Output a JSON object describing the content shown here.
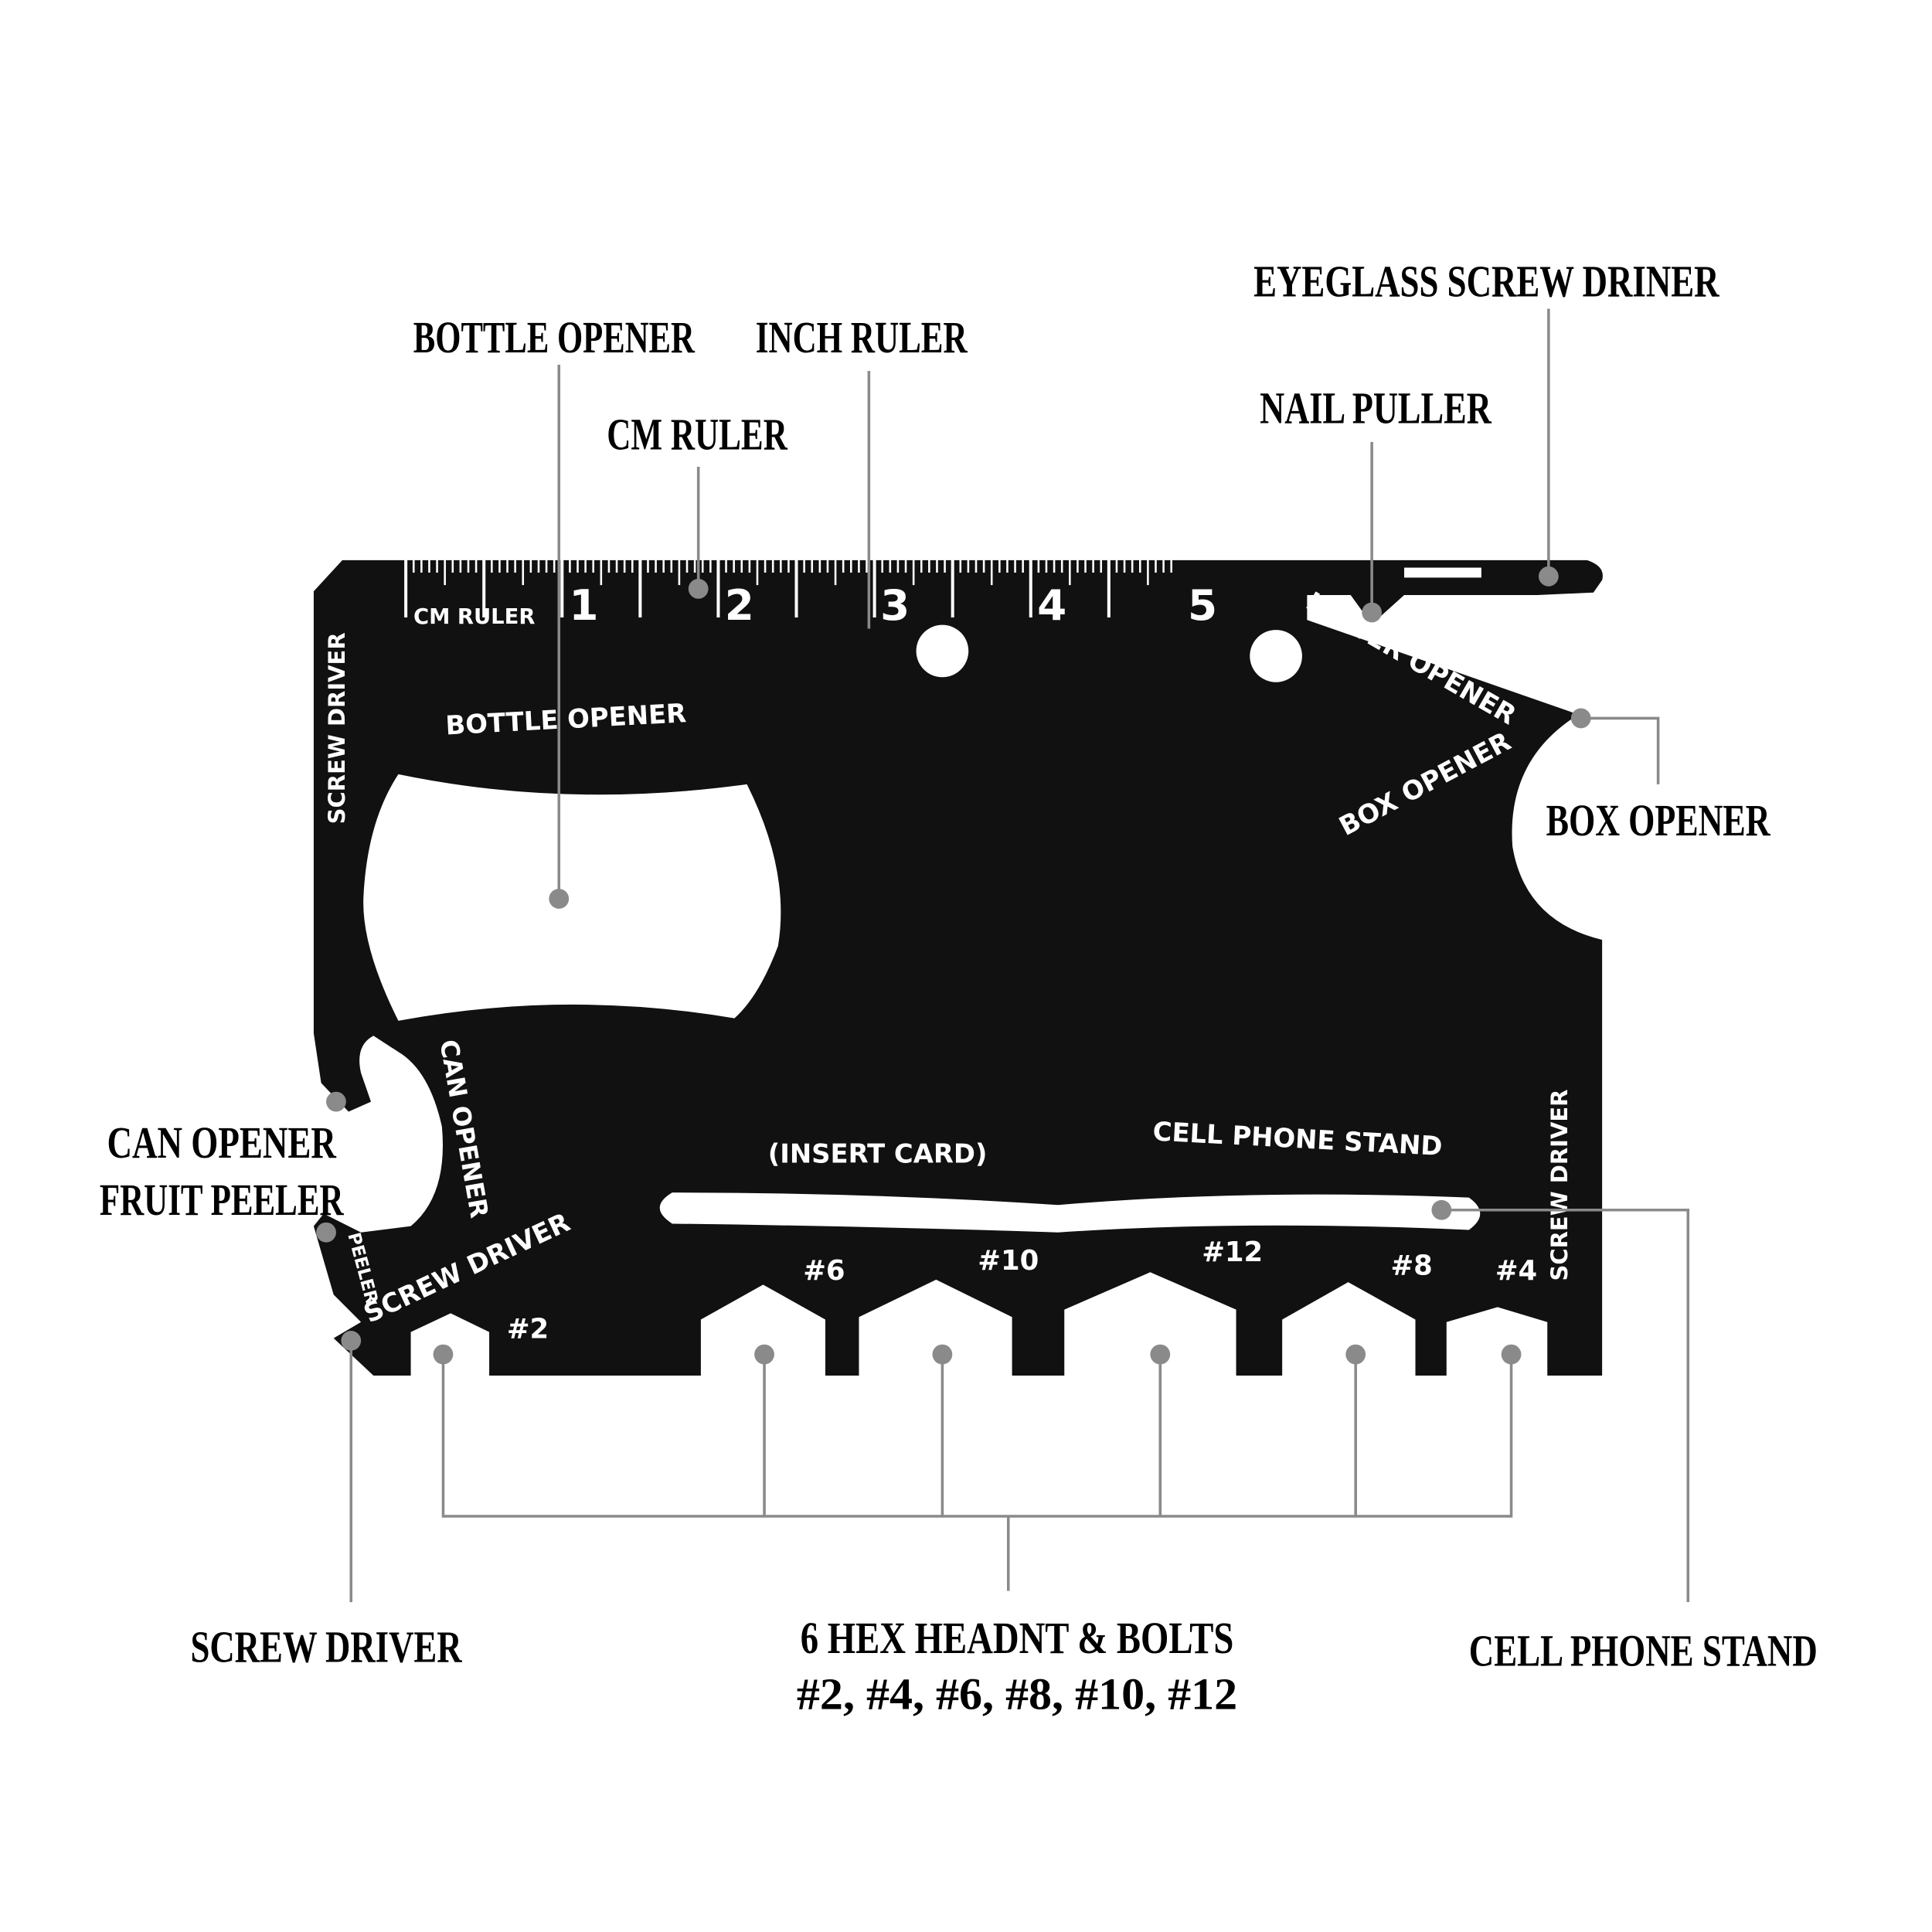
{
  "colors": {
    "card": "#111111",
    "leader": "#8a8a8a",
    "text": "#000000",
    "engraving": "#ffffff"
  },
  "callouts": {
    "bottle_opener": "BOTTLE OPENER",
    "inch_ruler": "INCH RULER",
    "cm_ruler": "CM RULER",
    "eyeglass": "EYEGLASS SCREW DRINER",
    "nail_puller": "NAIL PULLER",
    "box_opener": "BOX OPENER",
    "can_opener": "CAN OPENER",
    "fruit_peeler": "FRUIT PEELER",
    "screw_driver": "SCREW DRIVER",
    "hex_line1": "6 HEX HEADNT & BOLTS",
    "hex_line2": "#2, #4, #6, #8, #10, #12",
    "cell_phone_stand": "CELL PHONE STAND"
  },
  "card": {
    "cm_ruler": "CM RULER",
    "ruler_numbers": [
      "1",
      "2",
      "3",
      "4",
      "5"
    ],
    "bottle_opener": "BOTTLE OPENER",
    "letter_opener": "LETTER OPENER",
    "box_opener": "BOX OPENER",
    "screw_driver_left": "SCREW DRIVER",
    "screw_driver_right": "SCREW DRIVER",
    "screw_driver_bottom": "SCREW DRIVER",
    "can_opener": "CAN OPENER",
    "peeler": "PEELER",
    "insert_card": "(INSERT CARD)",
    "cell_phone_stand": "CELL PHONE STAND",
    "hex_sizes": [
      "#2",
      "#6",
      "#10",
      "#12",
      "#8",
      "#4"
    ]
  }
}
